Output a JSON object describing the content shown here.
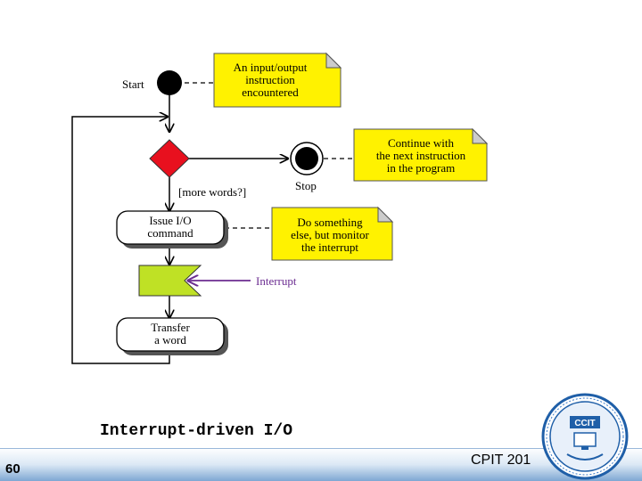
{
  "diagram": {
    "start_label": "Start",
    "stop_label": "Stop",
    "guard_label": "[more words?]",
    "interrupt_label": "Interrupt",
    "actions": {
      "issue": [
        "Issue I/O",
        "command"
      ],
      "transfer": [
        "Transfer",
        "a word"
      ]
    },
    "notes": {
      "input_output": [
        "An input/output",
        "instruction",
        "encountered"
      ],
      "continue": [
        "Continue with",
        "the next instruction",
        "in the program"
      ],
      "do_something": [
        "Do something",
        "else, but monitor",
        "the interrupt"
      ]
    }
  },
  "caption": "Interrupt-driven I/O",
  "footer": {
    "page_number": "60",
    "course": "CPIT 201"
  },
  "logo": {
    "text": "CCIT",
    "icon": "ccit-university-seal"
  },
  "colors": {
    "note_fill": "#FFF200",
    "decision_fill": "#E8101E",
    "signal_fill": "#BFE125",
    "interrupt_arrow": "#6B2C91",
    "footer_blue": "#7FA7D3"
  }
}
